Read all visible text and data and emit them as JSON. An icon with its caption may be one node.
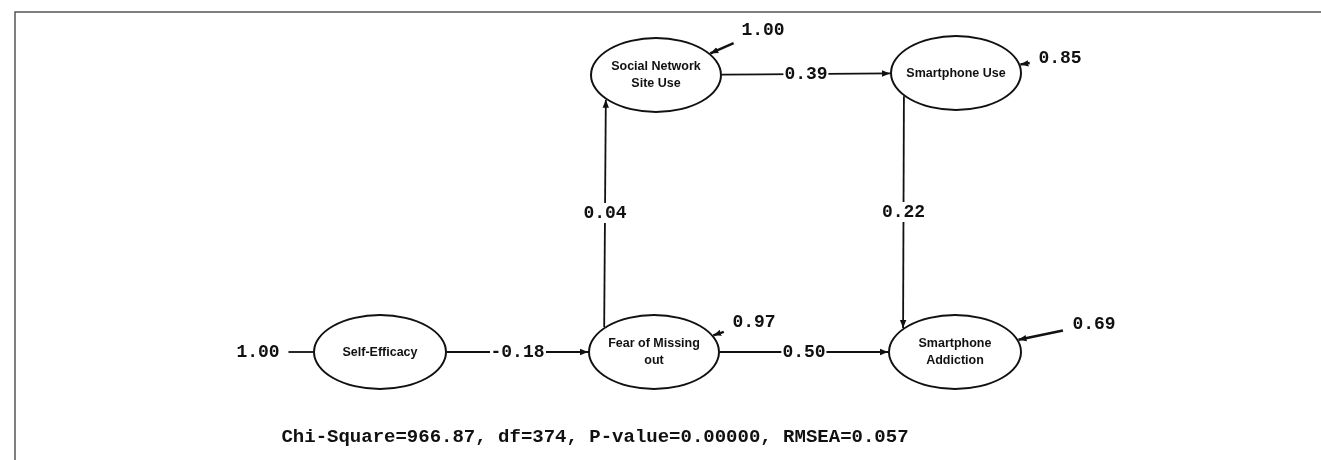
{
  "diagram": {
    "nodes": [
      {
        "text": [
          "Social Network Site Use"
        ]
      },
      {
        "text": [
          "1.00"
        ]
      },
      {
        "text": [
          "Smartphone Use"
        ]
      },
      {
        "text": [
          "0.85"
        ]
      },
      {
        "text": [
          "1.00"
        ]
      },
      {
        "text": [
          "Self-Efficacy"
        ]
      },
      {
        "text": [
          "Fear of Missing out"
        ]
      },
      {
        "text": [
          "0.97"
        ]
      },
      {
        "text": [
          "Smartphone Addiction"
        ]
      },
      {
        "text": [
          "0.69"
        ]
      }
    ],
    "edges": [
      {
        "from": 1,
        "to": 0,
        "arrow": "to"
      },
      {
        "from": 0,
        "to": 2,
        "label": "0.39",
        "arrow": "to"
      },
      {
        "from": 3,
        "to": 2,
        "arrow": "to"
      },
      {
        "from": 6,
        "to": 0,
        "label": "0.04",
        "arrow": "to"
      },
      {
        "from": 2,
        "to": 8,
        "label": "0.22",
        "arrow": "to"
      },
      {
        "from": 4,
        "to": 5,
        "arrow": "none"
      },
      {
        "from": 5,
        "to": 6,
        "label": "-0.18",
        "arrow": "to"
      },
      {
        "from": 7,
        "to": 6,
        "arrow": "to"
      },
      {
        "from": 6,
        "to": 8,
        "label": "0.50",
        "arrow": "to"
      },
      {
        "from": 9,
        "to": 8,
        "arrow": "to"
      }
    ],
    "caption": "Chi-Square=966.87, df=374, P-value=0.00000, RMSEA=0.057"
  }
}
